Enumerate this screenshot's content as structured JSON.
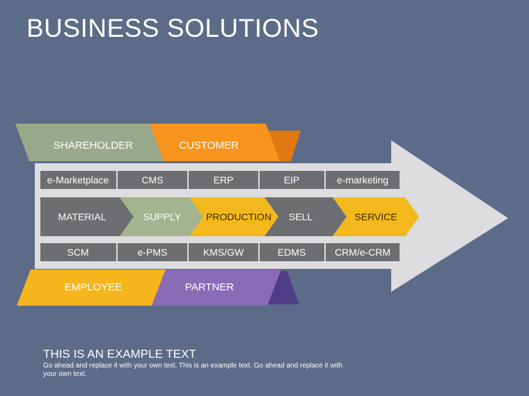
{
  "title": "BUSINESS SOLUTIONS",
  "top_tabs": [
    "SHAREHOLDER",
    "CUSTOMER"
  ],
  "top_row": [
    "e-Marketplace",
    "CMS",
    "ERP",
    "EIP",
    "e-marketing"
  ],
  "process": [
    "MATERIAL",
    "SUPPLY",
    "PRODUCTION",
    "SELL",
    "SERVICE"
  ],
  "bottom_row": [
    "SCM",
    "e-PMS",
    "KMS/GW",
    "EDMS",
    "CRM/e-CRM"
  ],
  "bottom_tabs": [
    "EMPLOYEE",
    "PARTNER"
  ],
  "footer": {
    "heading": "THIS IS AN EXAMPLE TEXT",
    "body": "Go ahead and replace it with your own text. This is an example text. Go ahead and replace it with your own text."
  },
  "colors": {
    "background": "#5c6b87",
    "arrow": "#dddcdf",
    "shareholder": "#9aa98a",
    "customer": "#f7941d",
    "employee": "#f5b51c",
    "partner": "#8a6bb6",
    "gray_box": "#6d6e71",
    "process_gray": "#6d6e71",
    "process_green": "#a2b38d",
    "process_yellow": "#f3b91c"
  }
}
